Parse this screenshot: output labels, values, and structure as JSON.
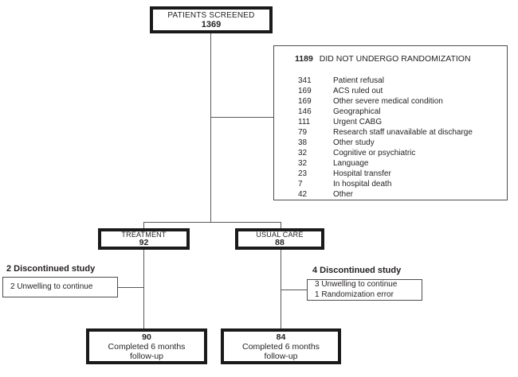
{
  "flowchart": {
    "screened": {
      "label": "PATIENTS SCREENED",
      "count": "1369"
    },
    "not_randomized": {
      "count": "1189",
      "title": "DID NOT UNDERGO RANDOMIZATION",
      "reasons": [
        {
          "count": "341",
          "label": "Patient refusal"
        },
        {
          "count": "169",
          "label": "ACS ruled out"
        },
        {
          "count": "169",
          "label": "Other severe medical condition"
        },
        {
          "count": "146",
          "label": "Geographical"
        },
        {
          "count": "111",
          "label": "Urgent CABG"
        },
        {
          "count": "79",
          "label": "Research staff unavailable at discharge"
        },
        {
          "count": "38",
          "label": "Other study"
        },
        {
          "count": "32",
          "label": "Cognitive or psychiatric"
        },
        {
          "count": "32",
          "label": "Language"
        },
        {
          "count": "23",
          "label": "Hospital transfer"
        },
        {
          "count": "7",
          "label": "In hospital death"
        },
        {
          "count": "42",
          "label": "Other"
        }
      ]
    },
    "treatment": {
      "label": "TREATMENT",
      "count": "92"
    },
    "usual_care": {
      "label": "USUAL CARE",
      "count": "88"
    },
    "treatment_discontinued": {
      "title": "2 Discontinued study",
      "reasons": [
        "2 Unwelling to continue"
      ]
    },
    "usual_care_discontinued": {
      "title": "4 Discontinued study",
      "reasons": [
        "3 Unwelling to continue",
        "1 Randomization error"
      ]
    },
    "treatment_completed": {
      "count": "90",
      "line1": "Completed 6 months",
      "line2": "follow-up"
    },
    "usual_care_completed": {
      "count": "84",
      "line1": "Completed 6 months",
      "line2": "follow-up"
    }
  },
  "colors": {
    "thick_border": "#1a1a1a",
    "thin_border": "#4d4d4d",
    "connector_line": "#595959",
    "text": "#231f20",
    "background": "#ffffff"
  }
}
